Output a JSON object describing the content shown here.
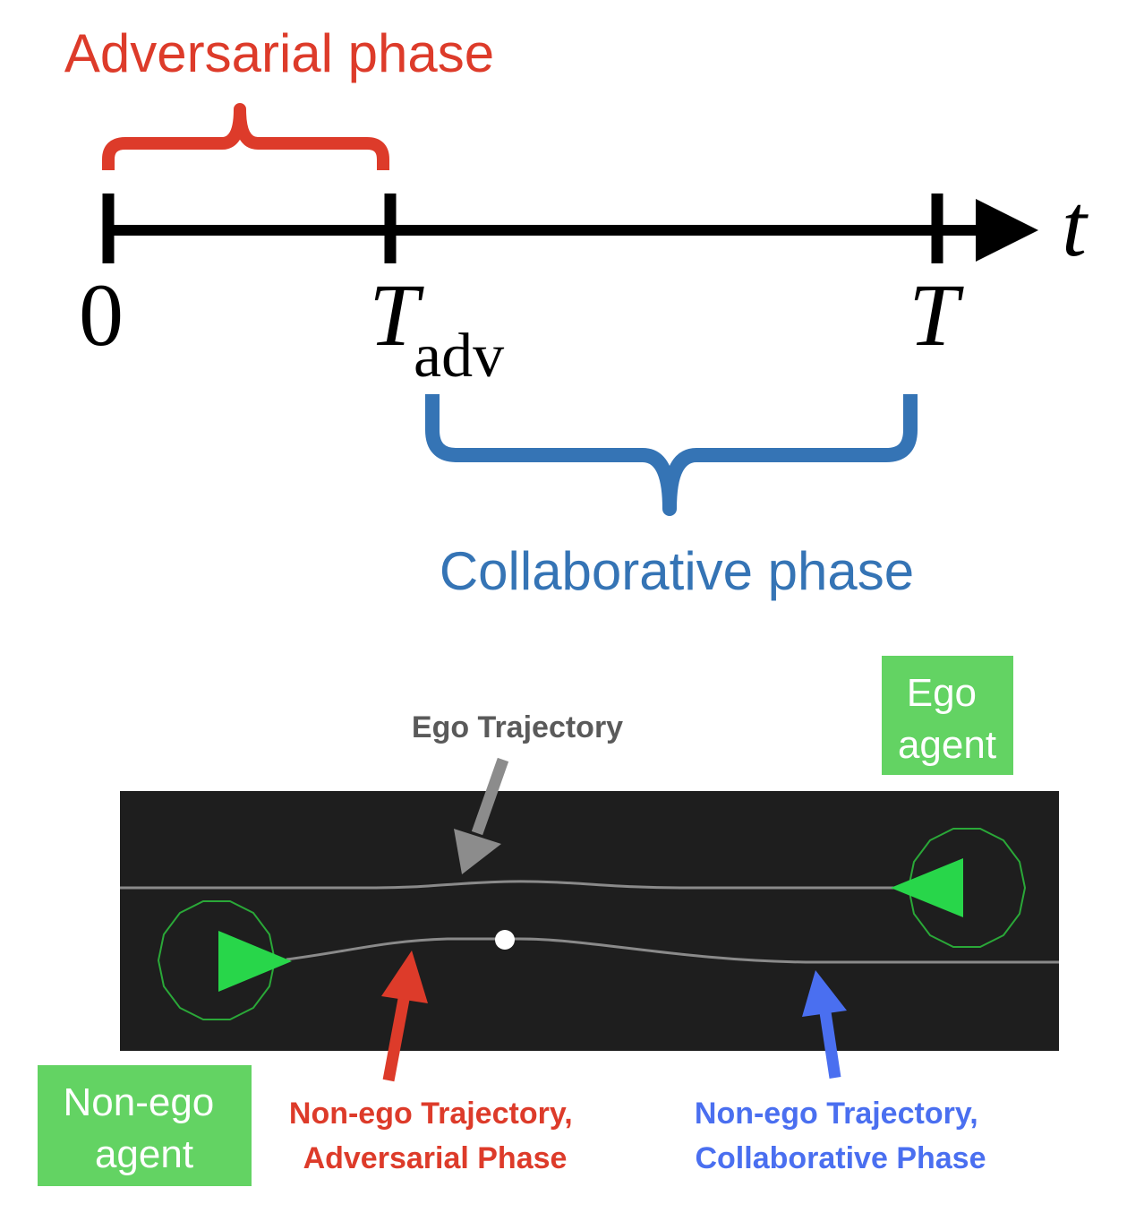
{
  "timeline": {
    "adversarial_phase_label": "Adversarial phase",
    "collaborative_phase_label": "Collaborative phase",
    "tick_zero": "0",
    "tick_tadv_main": "T",
    "tick_tadv_sub": "adv",
    "tick_T": "T",
    "axis_variable": "t"
  },
  "scene": {
    "ego_agent_label": [
      "Ego",
      "agent"
    ],
    "nonego_agent_label": [
      "Non-ego",
      "agent"
    ],
    "ego_trajectory_label": "Ego Trajectory",
    "nonego_adv_label": [
      "Non-ego Trajectory,",
      "Adversarial Phase"
    ],
    "nonego_collab_label": [
      "Non-ego Trajectory,",
      "Collaborative Phase"
    ]
  },
  "colors": {
    "adversarial": "#dd3b2a",
    "collaborative": "#3574b5",
    "collab_arrow": "#4a6ff0",
    "ego_label": "#5a5a5a",
    "agent_green": "#28d64a",
    "agent_box": "#63d363",
    "scene_bg": "#1e1e1e"
  }
}
